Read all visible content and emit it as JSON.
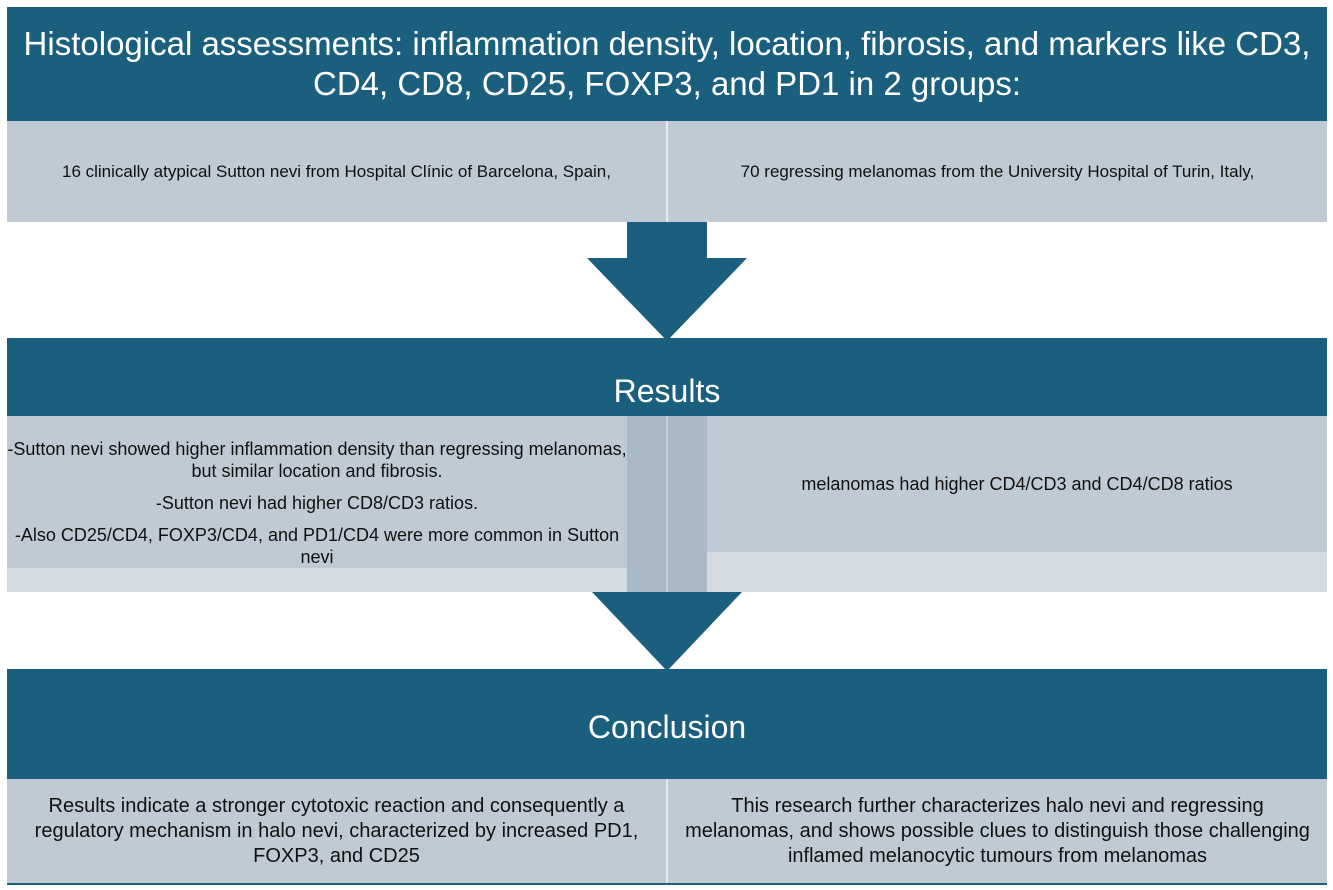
{
  "title": "Histological assessments: inflammation density, location, fibrosis, and markers like CD3, CD4, CD8, CD25, FOXP3, and PD1 in 2 groups:",
  "groups": {
    "left": "16 clinically atypical Sutton nevi from Hospital Clínic of Barcelona, Spain,",
    "right": "70 regressing melanomas from the University Hospital of Turin, Italy,"
  },
  "results": {
    "heading": "Results",
    "left": [
      "-Sutton nevi showed higher inflammation density than regressing melanomas, but similar location and fibrosis.",
      "-Sutton nevi had higher CD8/CD3 ratios.",
      "-Also CD25/CD4, FOXP3/CD4, and PD1/CD4 were more common in Sutton nevi"
    ],
    "right": "melanomas had higher CD4/CD3 and CD4/CD8 ratios"
  },
  "conclusion": {
    "heading": "Conclusion",
    "left": "Results indicate a stronger cytotoxic reaction and consequently a regulatory mechanism in halo nevi, characterized by increased PD1, FOXP3, and CD25",
    "right": "This research further characterizes halo nevi and regressing melanomas, and shows possible clues to distinguish those challenging inflamed melanocytic tumours from melanomas"
  },
  "colors": {
    "header": "#1a5f7e",
    "cell": "#bfcad4",
    "arrow": "#1a5f7e"
  }
}
